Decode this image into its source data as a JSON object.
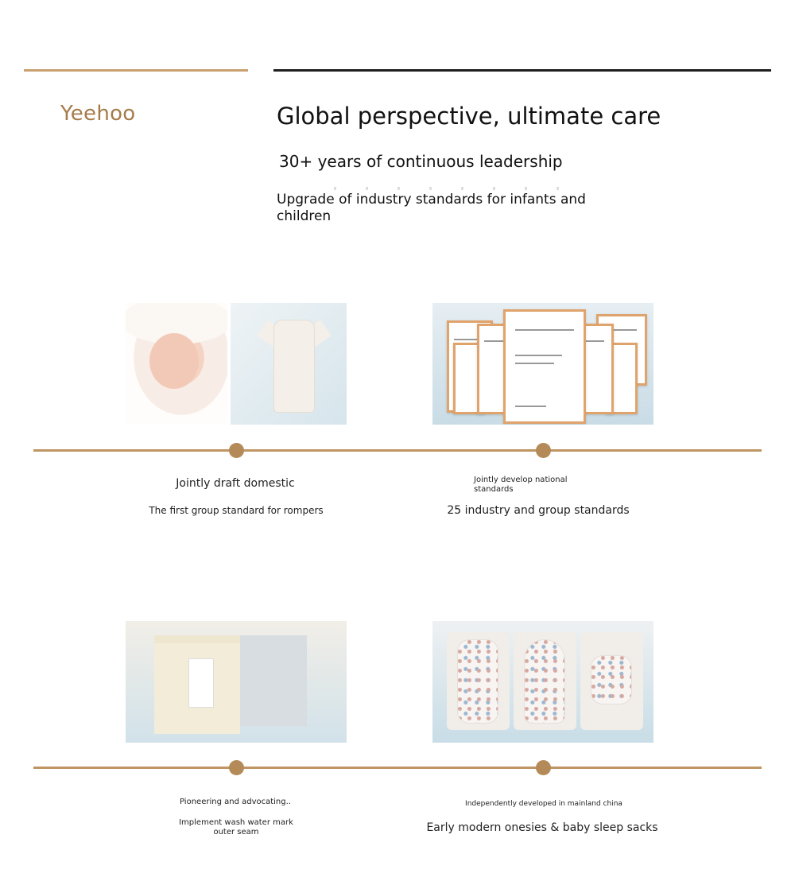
{
  "brand": "Yeehoo",
  "headline": "Global perspective, ultimate care",
  "subtitle": "30+ years of continuous leadership",
  "description": "Upgrade of industry standards for infants and children",
  "colors": {
    "accent": "#bf9563",
    "brand_text": "#a67b4a",
    "rule_dark": "#1e1e1e"
  },
  "milestones": [
    {
      "title": "Jointly draft domestic",
      "detail": "The first group standard for rompers",
      "image": "newborn-and-romper-photo"
    },
    {
      "title": "Jointly develop national standards",
      "detail": "25 industry and group standards",
      "image": "standards-certificates-photo"
    },
    {
      "title": "Pioneering and advocating..",
      "detail": "Implement wash water mark outer seam",
      "image": "wash-label-seam-photo"
    },
    {
      "title": "Independently developed in mainland china",
      "detail": "Early modern onesies & baby sleep sacks",
      "image": "onesies-sleep-sacks-photo"
    }
  ]
}
